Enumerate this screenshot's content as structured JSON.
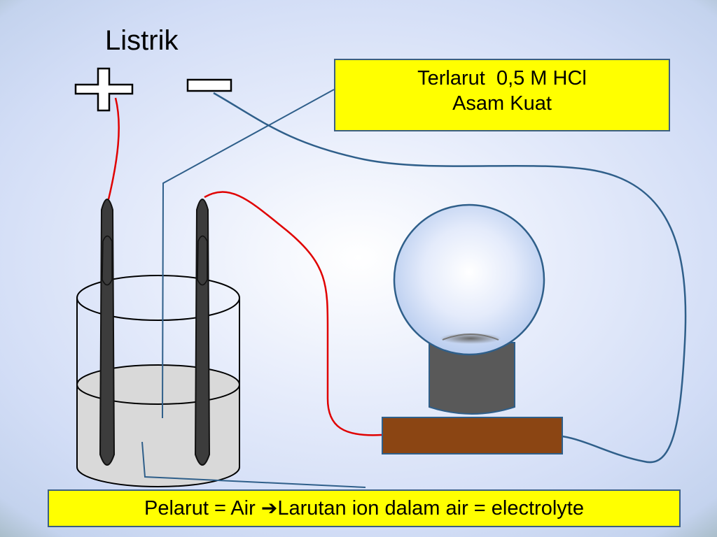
{
  "title": "Listrik",
  "solute_label": {
    "line1": "Terlarut  0,5 M HCl",
    "line2": "Asam Kuat"
  },
  "solvent_label": {
    "part1": "Pelarut = Air ",
    "arrow": "➔",
    "part2": "Larutan ion dalam air = electrolyte"
  },
  "colors": {
    "box_fill": "#ffff00",
    "box_border": "#3b5f82",
    "red_wire": "#e00000",
    "blue_wire": "#2f5f8a",
    "electrode": "#3c3c3c",
    "solution": "#d9d9d9",
    "lamp_base": "#595959",
    "board": "#8b4513"
  },
  "icons": {
    "positive_terminal": "plus-sign",
    "negative_terminal": "minus-sign",
    "lamp": "light-bulb"
  }
}
